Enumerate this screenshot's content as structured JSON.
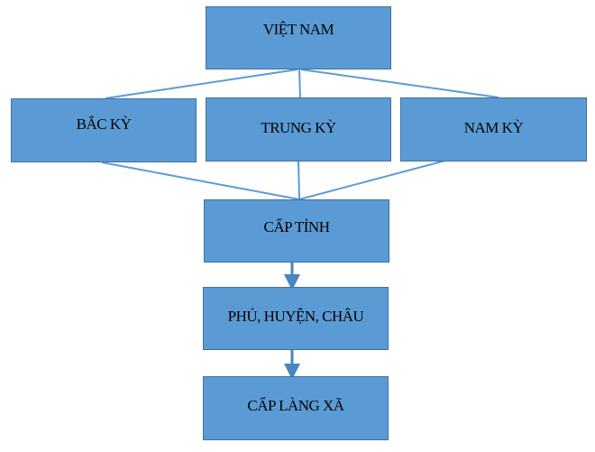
{
  "colors": {
    "fill": "#5b9bd5",
    "border": "#41719c",
    "connector": "#5b9bd5"
  },
  "nodes": {
    "root": "VIỆT NAM",
    "bac_ky": "BẮC KỲ",
    "trung_ky": "TRUNG KỲ",
    "nam_ky": "NAM KỲ",
    "cap_tinh": "CẤP TỈNH",
    "phu_huyen_chau": "PHỦ, HUYỆN, CHÂU",
    "cap_lang_xa": "CẤP LÀNG XÃ"
  }
}
